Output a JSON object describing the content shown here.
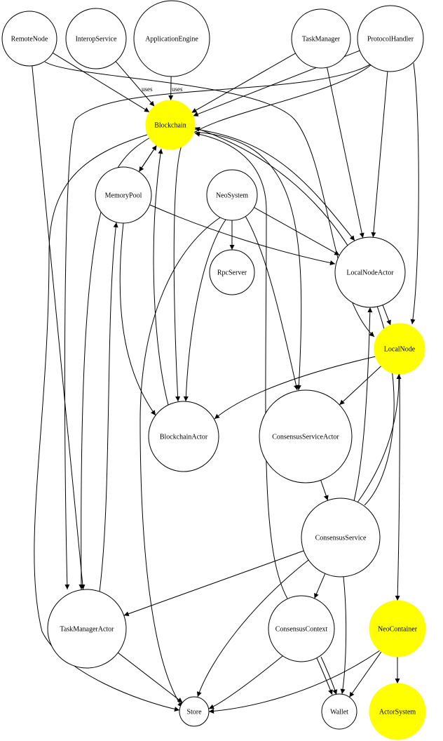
{
  "diagram": {
    "colors": {
      "highlight": "#ffff00",
      "default": "#ffffff",
      "stroke": "#000000"
    },
    "nodes": [
      {
        "id": "RemoteNode",
        "label": "RemoteNode",
        "highlighted": false
      },
      {
        "id": "InteropService",
        "label": "InteropService",
        "highlighted": false
      },
      {
        "id": "ApplicationEngine",
        "label": "ApplicationEngine",
        "highlighted": false
      },
      {
        "id": "TaskManager",
        "label": "TaskManager",
        "highlighted": false
      },
      {
        "id": "ProtocolHandler",
        "label": "ProtocolHandler",
        "highlighted": false
      },
      {
        "id": "Blockchain",
        "label": "Blockchain",
        "highlighted": true
      },
      {
        "id": "MemoryPool",
        "label": "MemoryPool",
        "highlighted": false
      },
      {
        "id": "NeoSystem",
        "label": "NeoSystem",
        "highlighted": false
      },
      {
        "id": "RpcServer",
        "label": "RpcServer",
        "highlighted": false
      },
      {
        "id": "LocalNodeActor",
        "label": "LocalNodeActor",
        "highlighted": false
      },
      {
        "id": "LocalNode",
        "label": "LocalNode",
        "highlighted": true
      },
      {
        "id": "BlockchainActor",
        "label": "BlockchainActor",
        "highlighted": false
      },
      {
        "id": "ConsensusServiceActor",
        "label": "ConsensusServiceActor",
        "highlighted": false
      },
      {
        "id": "ConsensusService",
        "label": "ConsensusService",
        "highlighted": false
      },
      {
        "id": "TaskManagerActor",
        "label": "TaskManagerActor",
        "highlighted": false
      },
      {
        "id": "ConsensusContext",
        "label": "ConsensusContext",
        "highlighted": false
      },
      {
        "id": "NeoContainer",
        "label": "NeoContainer",
        "highlighted": true
      },
      {
        "id": "Store",
        "label": "Store",
        "highlighted": false
      },
      {
        "id": "Wallet",
        "label": "Wallet",
        "highlighted": false
      },
      {
        "id": "ActorSystem",
        "label": "ActorSystem",
        "highlighted": true
      }
    ],
    "edges": [
      {
        "from": "RemoteNode",
        "to": "Blockchain",
        "label": ""
      },
      {
        "from": "RemoteNode",
        "to": "TaskManagerActor",
        "label": ""
      },
      {
        "from": "RemoteNode",
        "to": "LocalNode",
        "label": ""
      },
      {
        "from": "InteropService",
        "to": "Blockchain",
        "label": "uses"
      },
      {
        "from": "ApplicationEngine",
        "to": "Blockchain",
        "label": "uses"
      },
      {
        "from": "TaskManager",
        "to": "Blockchain",
        "label": ""
      },
      {
        "from": "TaskManager",
        "to": "LocalNodeActor",
        "label": ""
      },
      {
        "from": "ProtocolHandler",
        "to": "Blockchain",
        "label": ""
      },
      {
        "from": "ProtocolHandler",
        "to": "LocalNodeActor",
        "label": ""
      },
      {
        "from": "ProtocolHandler",
        "to": "LocalNode",
        "label": ""
      },
      {
        "from": "ProtocolHandler",
        "to": "TaskManagerActor",
        "label": ""
      },
      {
        "from": "ProtocolHandler",
        "to": "BlockchainActor",
        "label": ""
      },
      {
        "from": "Blockchain",
        "to": "MemoryPool",
        "label": ""
      },
      {
        "from": "MemoryPool",
        "to": "Blockchain",
        "label": ""
      },
      {
        "from": "Blockchain",
        "to": "LocalNodeActor",
        "label": ""
      },
      {
        "from": "Blockchain",
        "to": "ConsensusServiceActor",
        "label": ""
      },
      {
        "from": "Blockchain",
        "to": "TaskManagerActor",
        "label": ""
      },
      {
        "from": "Blockchain",
        "to": "Store",
        "label": ""
      },
      {
        "from": "MemoryPool",
        "to": "LocalNodeActor",
        "label": ""
      },
      {
        "from": "MemoryPool",
        "to": "BlockchainActor",
        "label": ""
      },
      {
        "from": "NeoSystem",
        "to": "RpcServer",
        "label": ""
      },
      {
        "from": "NeoSystem",
        "to": "LocalNodeActor",
        "label": ""
      },
      {
        "from": "NeoSystem",
        "to": "BlockchainActor",
        "label": ""
      },
      {
        "from": "NeoSystem",
        "to": "ConsensusServiceActor",
        "label": ""
      },
      {
        "from": "NeoSystem",
        "to": "Store",
        "label": ""
      },
      {
        "from": "LocalNodeActor",
        "to": "LocalNode",
        "label": ""
      },
      {
        "from": "LocalNode",
        "to": "BlockchainActor",
        "label": ""
      },
      {
        "from": "LocalNode",
        "to": "ConsensusServiceActor",
        "label": ""
      },
      {
        "from": "LocalNode",
        "to": "NeoContainer",
        "label": ""
      },
      {
        "from": "BlockchainActor",
        "to": "Blockchain",
        "label": ""
      },
      {
        "from": "ConsensusServiceActor",
        "to": "ConsensusService",
        "label": ""
      },
      {
        "from": "ConsensusService",
        "to": "LocalNodeActor",
        "label": ""
      },
      {
        "from": "ConsensusService",
        "to": "LocalNode",
        "label": ""
      },
      {
        "from": "ConsensusService",
        "to": "Blockchain",
        "label": ""
      },
      {
        "from": "ConsensusService",
        "to": "TaskManagerActor",
        "label": ""
      },
      {
        "from": "ConsensusService",
        "to": "ConsensusContext",
        "label": ""
      },
      {
        "from": "ConsensusService",
        "to": "Store",
        "label": ""
      },
      {
        "from": "ConsensusService",
        "to": "Wallet",
        "label": ""
      },
      {
        "from": "TaskManagerActor",
        "to": "MemoryPool",
        "label": ""
      },
      {
        "from": "TaskManagerActor",
        "to": "Store",
        "label": ""
      },
      {
        "from": "ConsensusContext",
        "to": "Blockchain",
        "label": ""
      },
      {
        "from": "ConsensusContext",
        "to": "Store",
        "label": ""
      },
      {
        "from": "ConsensusContext",
        "to": "Wallet",
        "label": ""
      },
      {
        "from": "ConsensusContext",
        "to": "Wallet",
        "label": ""
      },
      {
        "from": "NeoContainer",
        "to": "ActorSystem",
        "label": ""
      },
      {
        "from": "NeoContainer",
        "to": "Store",
        "label": ""
      },
      {
        "from": "NeoContainer",
        "to": "Wallet",
        "label": ""
      }
    ]
  }
}
